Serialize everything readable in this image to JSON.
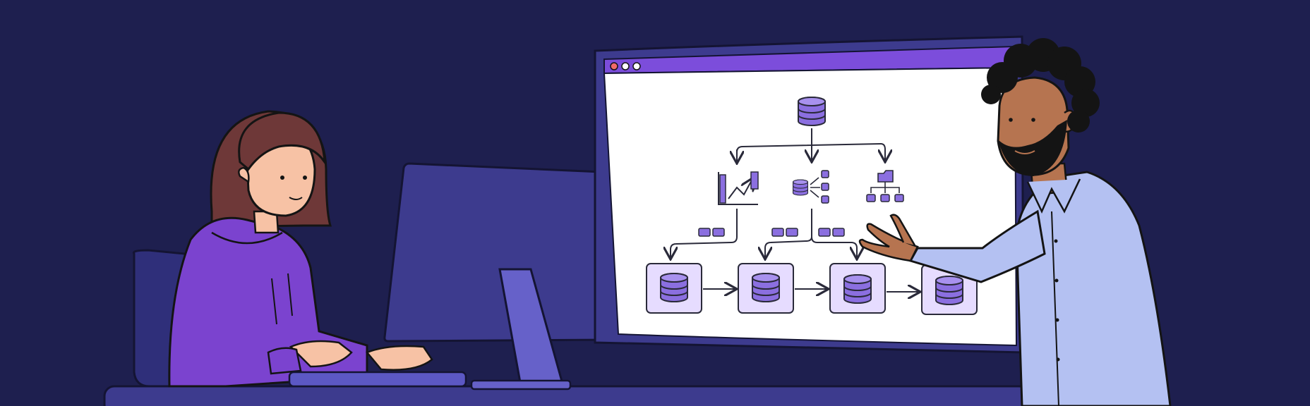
{
  "scene": {
    "background": "#1e1f4f",
    "desk_color": "#3d3b8e",
    "accent": "#7c4ddb",
    "screen_bg": "#ffffff",
    "node_fill": "#e6dcff",
    "db_color": "#8b6fe0",
    "line_color": "#2a2a3a"
  },
  "presentation_window": {
    "window_controls": [
      "close-dot",
      "minimize-dot",
      "maximize-dot"
    ],
    "window_control_colors": [
      "#f26a6a",
      "#ffffff",
      "#ffffff"
    ]
  },
  "icons": [
    "database-icon",
    "chart-icon",
    "database-transfer-icon",
    "folder-tree-icon"
  ],
  "characters": {
    "seated_woman": {
      "hair": "#6e3838",
      "hoodie": "#7b43cf",
      "skin": "#f7c2a5"
    },
    "presenter": {
      "hair": "#141414",
      "shirt": "#b4c1f2",
      "skin": "#b67450"
    }
  }
}
